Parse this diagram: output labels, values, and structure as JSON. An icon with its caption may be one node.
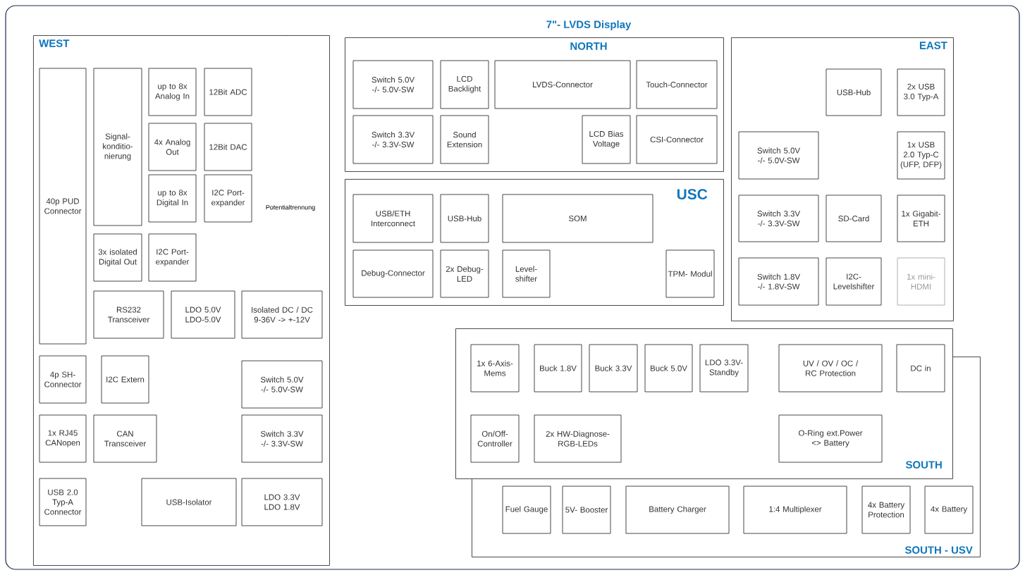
{
  "diagram": {
    "title": "7\"- LVDS Display",
    "nodes": [
      {
        "text": [
          "WEST"
        ]
      },
      {
        "text": [
          "40p PUD Connector"
        ],
        "in": 0
      },
      {
        "text": [
          "Signal- konditio- nierung"
        ],
        "in": 0
      },
      {
        "text": [
          "up to 8x Analog In"
        ],
        "in": 0
      },
      {
        "text": [
          "12Bit ADC"
        ],
        "in": 0
      },
      {
        "text": [
          "4x Analog Out"
        ],
        "in": 0
      },
      {
        "text": [
          "12Bit DAC"
        ],
        "in": 0
      },
      {
        "text": [
          "up to 8x Digital In"
        ],
        "in": 0
      },
      {
        "text": [
          "I2C Port- expander"
        ],
        "in": 0
      },
      {
        "text": [
          "3x isolated Digital Out"
        ],
        "in": 0
      },
      {
        "text": [
          "I2C Port- expander"
        ],
        "in": 0
      },
      {
        "text": [
          "RS232 Transceiver"
        ],
        "in": 0
      },
      {
        "text": [
          "LDO 5.0V LDO-5.0V"
        ],
        "in": 0
      },
      {
        "text": [
          "Isolated DC / DC 9-36V -> +-12V"
        ],
        "in": 0
      },
      {
        "text": [
          "4p SH-Connector"
        ],
        "in": 0
      },
      {
        "text": [
          "I2C Extern"
        ],
        "in": 0
      },
      {
        "text": [
          "Switch 5.0V -/- 5.0V-SW"
        ],
        "in": 0
      },
      {
        "text": [
          "1x RJ45 CANopen"
        ],
        "in": 0
      },
      {
        "text": [
          "CAN Transceiver"
        ],
        "in": 0
      },
      {
        "text": [
          "Switch 3.3V -/- 3.3V-SW"
        ],
        "in": 0
      },
      {
        "text": [
          "USB 2.0 Typ-A Connector"
        ],
        "in": 0
      },
      {
        "text": [
          "USB-Isolator"
        ],
        "in": 0
      },
      {
        "text": [
          "LDO 3.3V LDO 1.8V"
        ],
        "in": 0
      },
      {
        "text": [
          "NORTH"
        ]
      },
      {
        "text": [
          "Switch 5.0V -/- 5.0V-SW"
        ],
        "in": 23
      },
      {
        "text": [
          "LCD Backlight"
        ],
        "in": 23
      },
      {
        "text": [
          "LVDS-Connector"
        ],
        "in": 23
      },
      {
        "text": [
          "Touch-Connector"
        ],
        "in": 23
      },
      {
        "text": [
          "Switch 3.3V -/- 3.3V-SW"
        ],
        "in": 23
      },
      {
        "text": [
          "Sound Extension"
        ],
        "in": 23
      },
      {
        "text": [
          "LCD Bias Voltage"
        ],
        "in": 23
      },
      {
        "text": [
          "CSI-Connector"
        ],
        "in": 23
      },
      {
        "text": [
          "USC"
        ]
      },
      {
        "text": [
          "USB/ETH Interconnect"
        ],
        "in": 32
      },
      {
        "text": [
          "USB-Hub"
        ],
        "in": 32
      },
      {
        "text": [
          "SOM"
        ],
        "in": 32
      },
      {
        "text": [
          "Debug-Connector"
        ],
        "in": 32
      },
      {
        "text": [
          "2x Debug-LED"
        ],
        "in": 32
      },
      {
        "text": [
          "Level- shifter"
        ],
        "in": 32
      },
      {
        "text": [
          "TPM- Modul"
        ],
        "in": 32
      },
      {
        "text": [
          "EAST"
        ]
      },
      {
        "text": [
          "USB-Hub"
        ],
        "in": 40
      },
      {
        "text": [
          "2x USB 3.0 Typ-A"
        ],
        "in": 40
      },
      {
        "text": [
          "Switch 5.0V -/- 5.0V-SW"
        ],
        "in": 40
      },
      {
        "text": [
          "1x USB 2.0 Typ-C (UFP, DFP)"
        ],
        "in": 40
      },
      {
        "text": [
          "Switch 3.3V -/- 3.3V-SW"
        ],
        "in": 40
      },
      {
        "text": [
          "SD-Card"
        ],
        "in": 40
      },
      {
        "text": [
          "1x Gigabit- ETH"
        ],
        "in": 40
      },
      {
        "text": [
          "Switch 1.8V -/- 1.8V-SW"
        ],
        "in": 40
      },
      {
        "text": [
          "I2C- Levelshifter"
        ],
        "in": 40
      },
      {
        "text": [
          "1x mini- HDMI"
        ],
        "in": 40
      },
      {
        "text": [
          "SOUTH - USV"
        ]
      },
      {
        "text": [
          "Fuel Gauge"
        ],
        "in": 51
      },
      {
        "text": [
          "5V- Booster"
        ],
        "in": 51
      },
      {
        "text": [
          "Battery Charger"
        ],
        "in": 51
      },
      {
        "text": [
          "1:4 Multiplexer"
        ],
        "in": 51
      },
      {
        "text": [
          "4x Battery Protection"
        ],
        "in": 51
      },
      {
        "text": [
          "4x Battery"
        ],
        "in": 51
      },
      {
        "text": [
          "SOUTH"
        ]
      },
      {
        "text": [
          "1x 6-Axis- Mems"
        ],
        "in": 58
      },
      {
        "text": [
          "Buck 1.8V"
        ],
        "in": 58
      },
      {
        "text": [
          "Buck 3.3V"
        ],
        "in": 58
      },
      {
        "text": [
          "Buck 5.0V"
        ],
        "in": 58
      },
      {
        "text": [
          "LDO 3.3V- Standby"
        ],
        "in": 58
      },
      {
        "text": [
          "UV / OV / OC / RC Protection"
        ],
        "in": 58
      },
      {
        "text": [
          "DC in"
        ],
        "in": 58
      },
      {
        "text": [
          "On/Off- Controller"
        ]
      },
      {
        "text": [
          "2x HW-Diagnose- RGB-LEDs"
        ]
      },
      {
        "text": [
          "O-Ring ext.Power <> Battery"
        ]
      }
    ],
    "labels": [
      "Potentialtrennung"
    ]
  }
}
